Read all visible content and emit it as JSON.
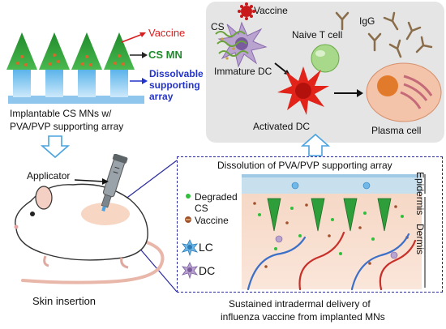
{
  "microneedle": {
    "vaccine_label": "Vaccine",
    "cs_mn_label": "CS MN",
    "support_label_1": "Dissolvable",
    "support_label_2": "supporting",
    "support_label_3": "array",
    "caption_1": "Implantable CS MNs w/",
    "caption_2": "PVA/PVP supporting array"
  },
  "immune_panel": {
    "vaccine_label": "Vaccine",
    "cs_label": "CS",
    "naive_t_label": "Naive T cell",
    "igg_label": "IgG",
    "immature_dc_label": "Immature DC",
    "activated_dc_label": "Activated DC",
    "plasma_cell_label": "Plasma cell"
  },
  "mouse_section": {
    "applicator_label": "Applicator",
    "skin_insertion_label": "Skin insertion"
  },
  "skin_panel": {
    "title": "Dissolution of PVA/PVP supporting array",
    "degraded_cs_1": "Degraded",
    "degraded_cs_2": "CS",
    "vaccine_label": "Vaccine",
    "lc_label": "LC",
    "dc_label": "DC",
    "epidermis_label": "Epidermis",
    "dermis_label": "Dermis"
  },
  "footer": {
    "line_1": "Sustained intradermal delivery of",
    "line_2": "influenza vaccine from implanted MNs"
  },
  "colors": {
    "needle_green": "#2e9e3a",
    "support_blue": "#4aa3df",
    "arrow_red": "#d81e1e",
    "arrow_blue": "#2233cc",
    "panel_gray": "#e6e6e6",
    "dotted_blue": "#2a2aa0",
    "plasma_pink": "#f2c2a8",
    "naive_green": "#9ad07a",
    "activated_red": "#e2231a"
  }
}
